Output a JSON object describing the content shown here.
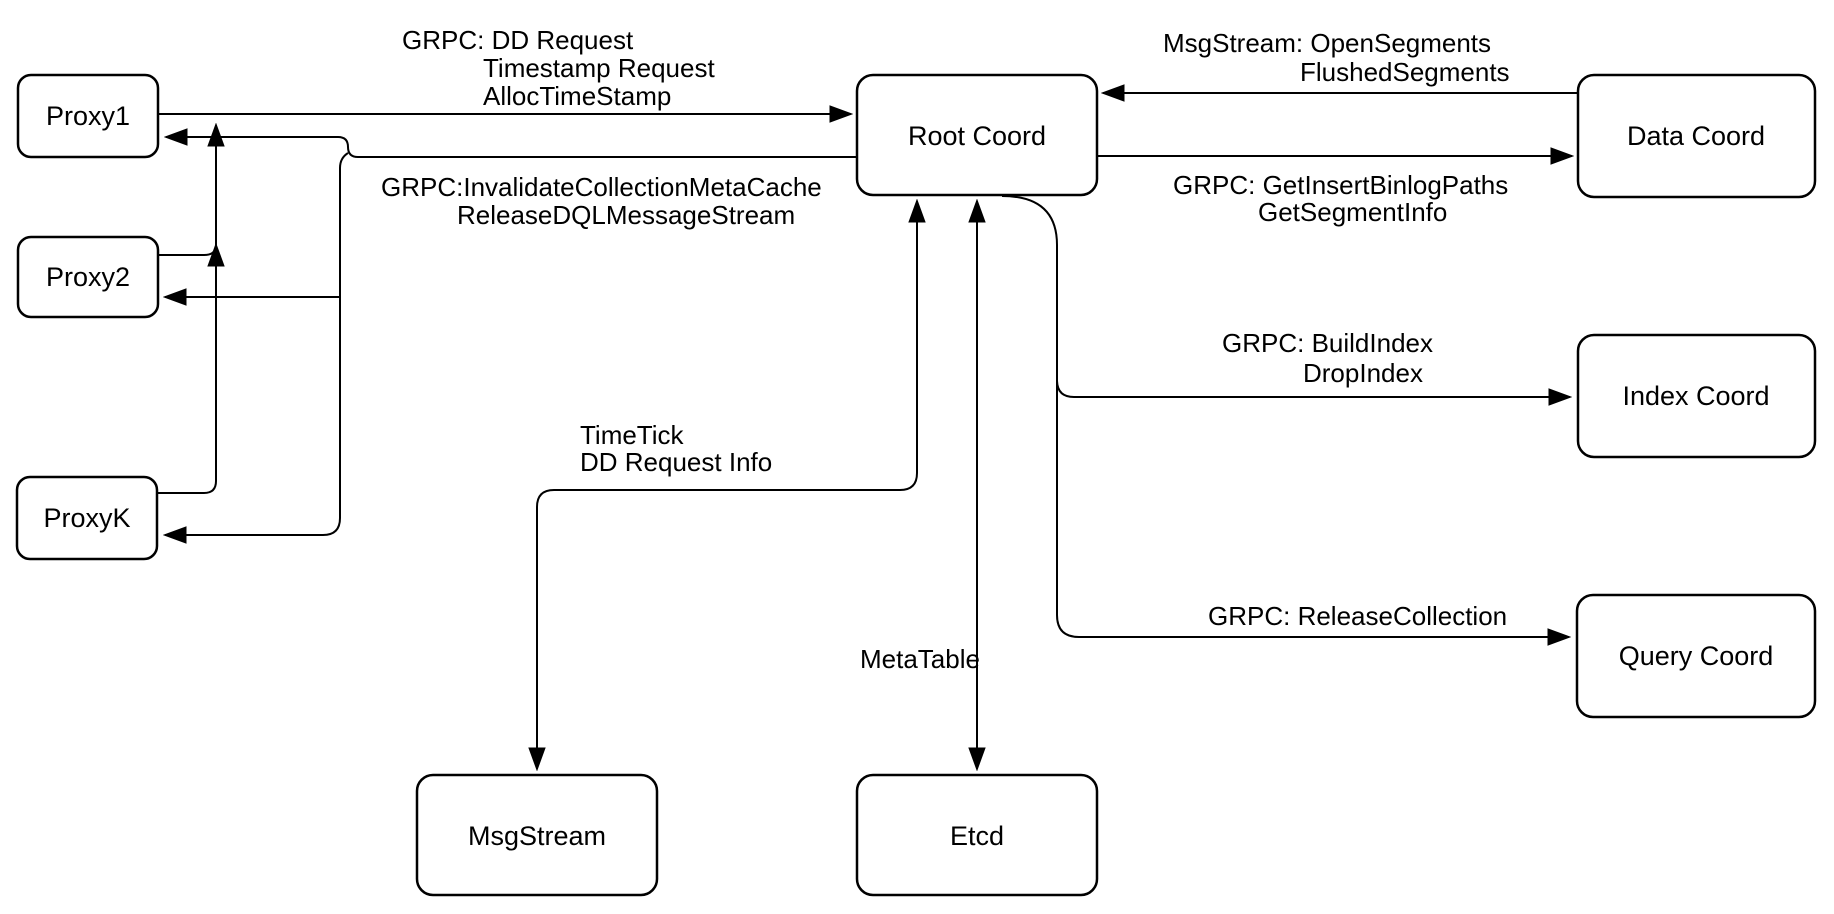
{
  "diagram": {
    "title": "Root Coord architecture diagram",
    "colors": {
      "background": "#ffffff",
      "stroke": "#000000",
      "box_fill": "#ffffff",
      "text": "#000000"
    },
    "nodes": {
      "proxy1": {
        "label": "Proxy1"
      },
      "proxy2": {
        "label": "Proxy2"
      },
      "proxyk": {
        "label": "ProxyK"
      },
      "root_coord": {
        "label": "Root Coord"
      },
      "data_coord": {
        "label": "Data Coord"
      },
      "index_coord": {
        "label": "Index Coord"
      },
      "query_coord": {
        "label": "Query Coord"
      },
      "msgstream": {
        "label": "MsgStream"
      },
      "etcd": {
        "label": "Etcd"
      }
    },
    "edges": {
      "proxy_to_root": {
        "line1": "GRPC: DD Request",
        "line2": "Timestamp Request",
        "line3": "AllocTimeStamp"
      },
      "root_to_proxies": {
        "line1": "GRPC:InvalidateCollectionMetaCache",
        "line2": "ReleaseDQLMessageStream"
      },
      "data_to_root": {
        "line1": "MsgStream: OpenSegments",
        "line2": "FlushedSegments"
      },
      "root_to_data": {
        "line1": "GRPC: GetInsertBinlogPaths",
        "line2": "GetSegmentInfo"
      },
      "root_to_index": {
        "line1": "GRPC: BuildIndex",
        "line2": "DropIndex"
      },
      "root_to_query": {
        "line1": "GRPC: ReleaseCollection"
      },
      "root_to_msgstream": {
        "line1": "TimeTick",
        "line2": "DD Request Info"
      },
      "root_to_etcd": {
        "line1": "MetaTable"
      }
    }
  }
}
